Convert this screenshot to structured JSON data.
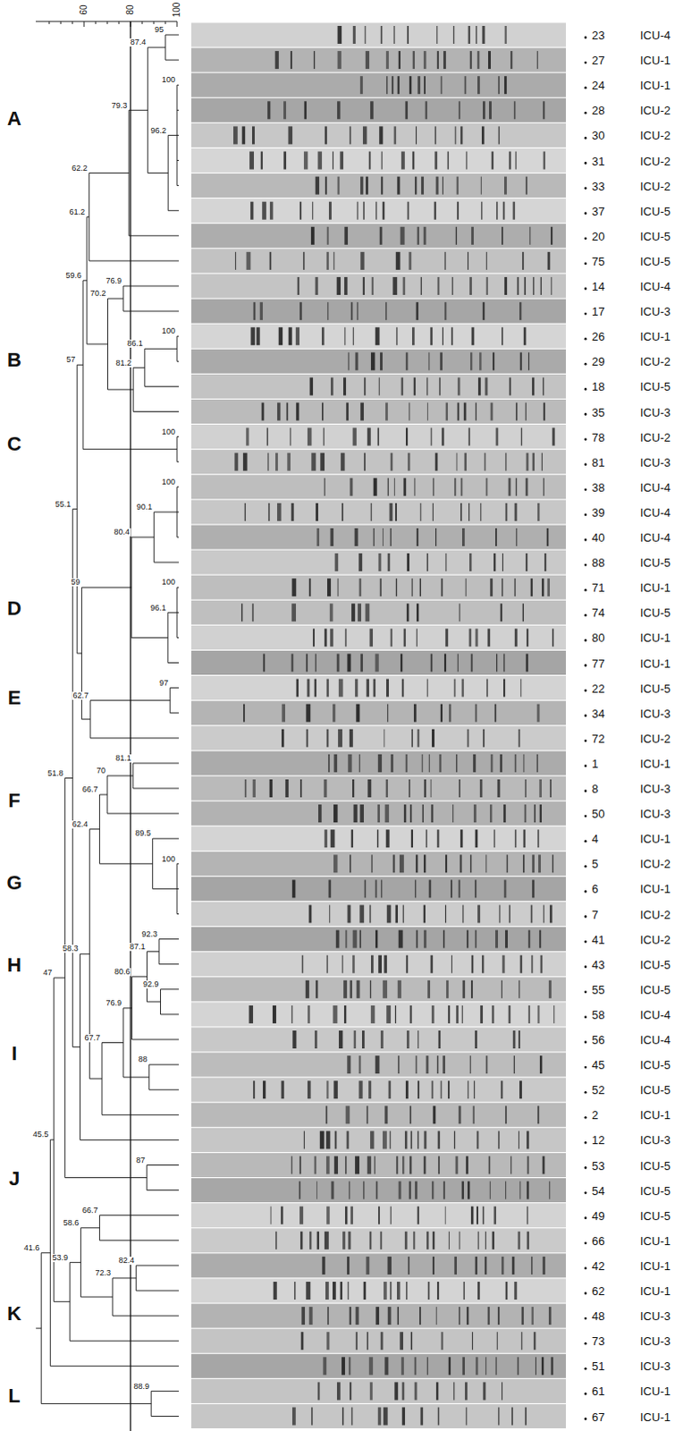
{
  "diagram": {
    "labels": [
      "60",
      "80",
      "100",
      "A",
      "B",
      "C",
      "D",
      "E",
      "F",
      "G",
      "H",
      "I",
      "J",
      "K",
      "L",
      "95",
      "100",
      "96.2",
      "87.4",
      "79.3",
      "62.2",
      "76.9",
      "100",
      "86.1",
      "81.2",
      "70.2",
      "61.2",
      "100",
      "59.6",
      "100",
      "90.1",
      "100",
      "96.1",
      "80.4",
      "97",
      "62.7",
      "59",
      "57",
      "81.1",
      "70",
      "100",
      "89.5",
      "66.7",
      "92.3",
      "92.9",
      "87.1",
      "80.6",
      "88",
      "76.9",
      "67.7",
      "62.4",
      "58.3",
      "55.1",
      "87",
      "51.8",
      "66.7",
      "82.4",
      "72.3",
      "58.6",
      "53.9",
      "47",
      "45.5",
      "88.9",
      "41.6",
      "23",
      "ICU-4",
      "27",
      "ICU-1",
      "24",
      "ICU-1",
      "28",
      "ICU-2",
      "30",
      "ICU-2",
      "31",
      "ICU-2",
      "33",
      "ICU-2",
      "37",
      "ICU-5",
      "20",
      "ICU-5",
      "75",
      "ICU-5",
      "14",
      "ICU-4",
      "17",
      "ICU-3",
      "26",
      "ICU-1",
      "29",
      "ICU-2",
      "18",
      "ICU-5",
      "35",
      "ICU-3",
      "78",
      "ICU-2",
      "81",
      "ICU-3",
      "38",
      "ICU-4",
      "39",
      "ICU-4",
      "40",
      "ICU-4",
      "88",
      "ICU-5",
      "71",
      "ICU-1",
      "74",
      "ICU-5",
      "80",
      "ICU-1",
      "77",
      "ICU-1",
      "22",
      "ICU-5",
      "34",
      "ICU-3",
      "72",
      "ICU-2",
      "1",
      "ICU-1",
      "8",
      "ICU-3",
      "50",
      "ICU-3",
      "4",
      "ICU-1",
      "5",
      "ICU-2",
      "6",
      "ICU-1",
      "7",
      "ICU-2",
      "41",
      "ICU-2",
      "43",
      "ICU-5",
      "55",
      "ICU-5",
      "58",
      "ICU-4",
      "56",
      "ICU-4",
      "45",
      "ICU-5",
      "52",
      "ICU-5",
      "2",
      "ICU-1",
      "12",
      "ICU-3",
      "53",
      "ICU-5",
      "54",
      "ICU-5",
      "49",
      "ICU-5",
      "66",
      "ICU-1",
      "42",
      "ICU-1",
      "62",
      "ICU-1",
      "48",
      "ICU-3",
      "73",
      "ICU-3",
      "51",
      "ICU-3",
      "61",
      "ICU-1",
      "67",
      "ICU-1"
    ]
  }
}
